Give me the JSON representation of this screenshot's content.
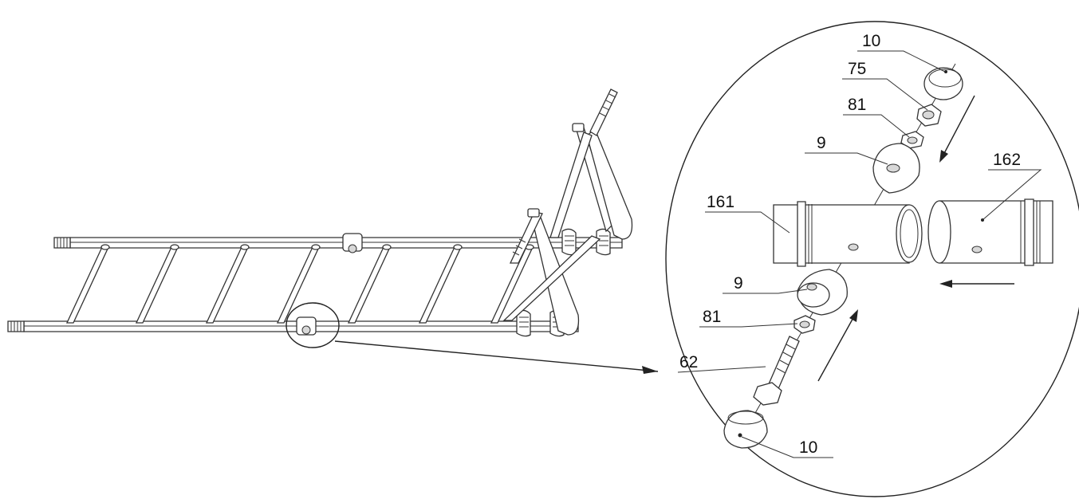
{
  "diagram": {
    "callouts": {
      "c10_top": "10",
      "c75": "75",
      "c81_top": "81",
      "c9_top": "9",
      "c162": "162",
      "c161": "161",
      "c9_bottom": "9",
      "c81_bottom": "81",
      "c62": "62",
      "c10_bottom": "10"
    }
  }
}
